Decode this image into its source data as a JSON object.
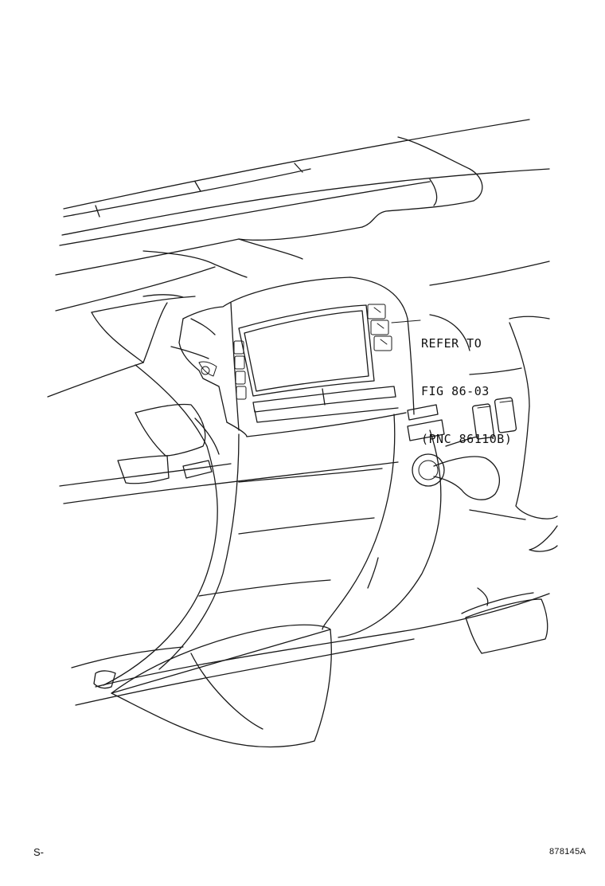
{
  "diagram": {
    "callout": {
      "line1": "REFER TO",
      "line2": "FIG 86-03",
      "line3": "(PNC 86110B)"
    },
    "footer": {
      "left_code": "S-",
      "figure_id": "878145A"
    }
  }
}
